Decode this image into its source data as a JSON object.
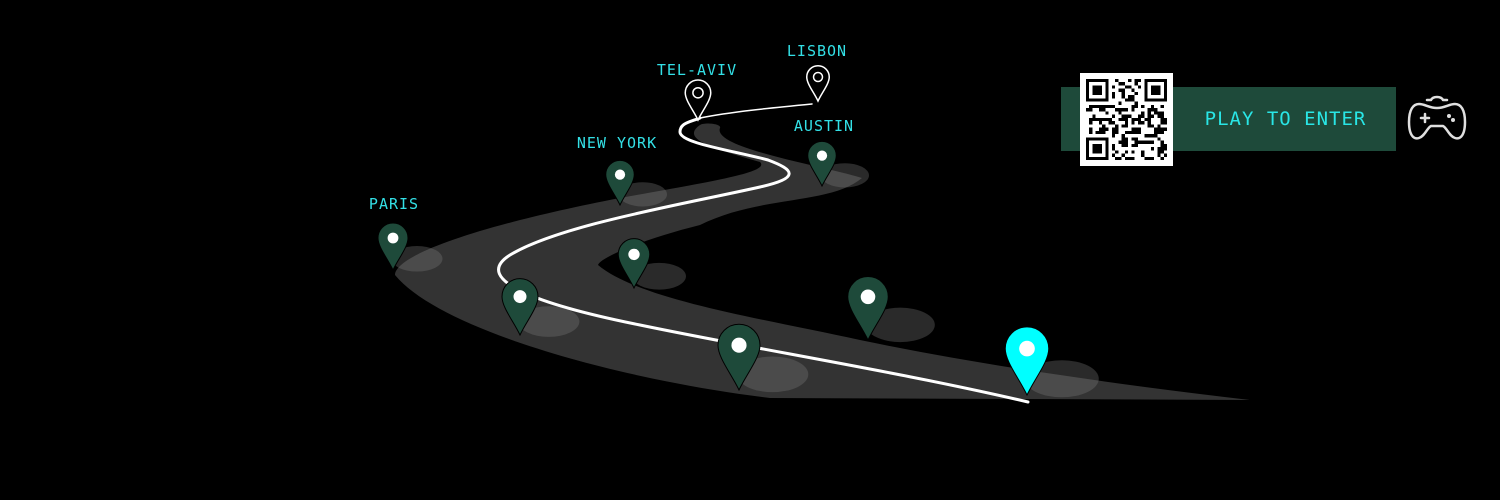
{
  "colors": {
    "background": "#000000",
    "road": "#333333",
    "route_line": "#ffffff",
    "pin_visited": "#1e4a3a",
    "pin_current": "#00ffff",
    "label": "#33e0e6",
    "cta_bg": "#1e4a3a",
    "cta_text": "#29e6e6"
  },
  "cities": [
    {
      "name": "PARIS",
      "status": "visited"
    },
    {
      "name": "NEW YORK",
      "status": "visited"
    },
    {
      "name": "TEL-AVIV",
      "status": "upcoming"
    },
    {
      "name": "LISBON",
      "status": "upcoming"
    },
    {
      "name": "AUSTIN",
      "status": "visited"
    }
  ],
  "unlabeled_stops": [
    "visited",
    "visited",
    "visited",
    "visited"
  ],
  "current_stop": "current",
  "cta": {
    "label": "PLAY TO ENTER",
    "qr_icon": "qr-code-icon",
    "gamepad_icon": "gamepad-icon"
  }
}
